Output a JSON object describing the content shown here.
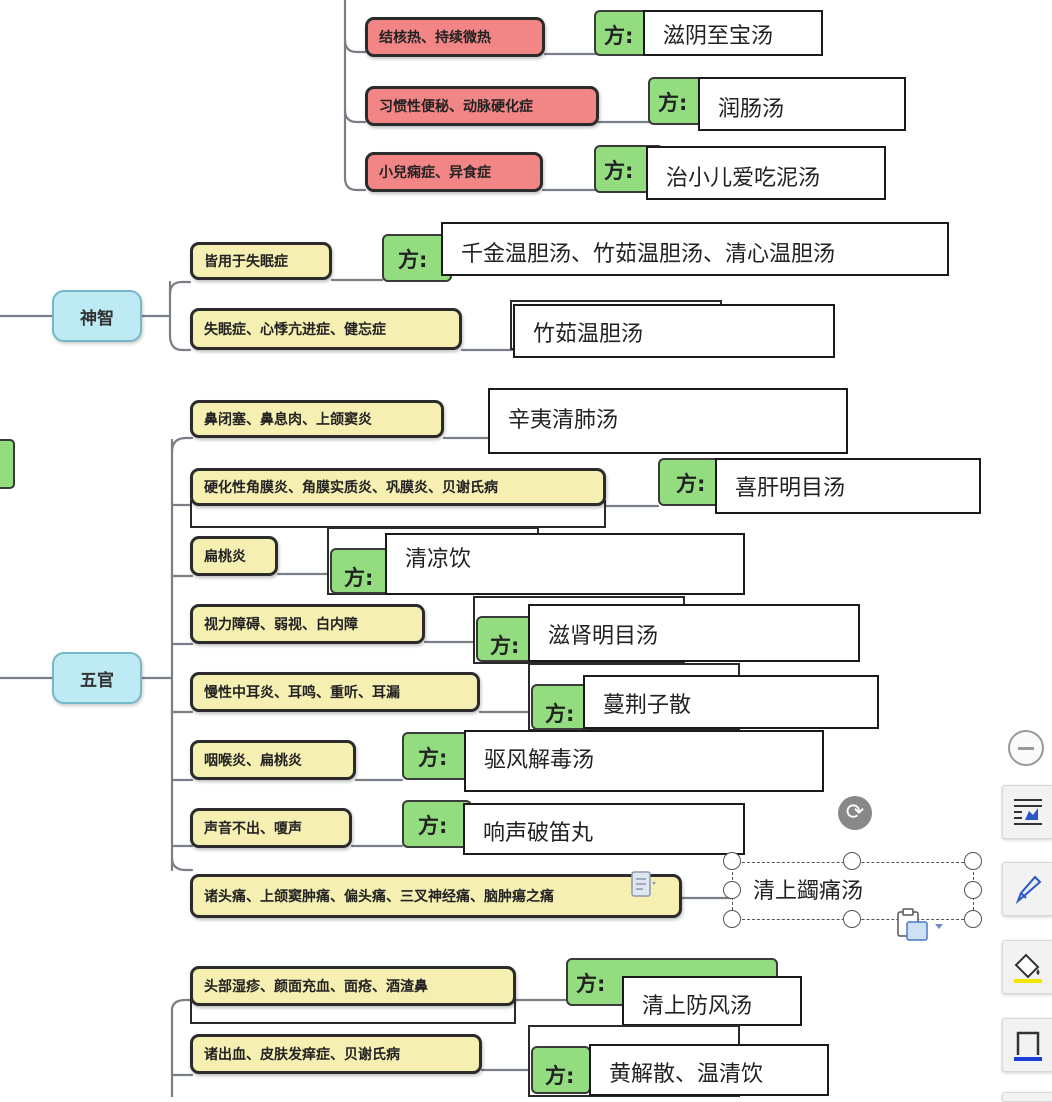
{
  "roots": {
    "shenzhi": "神智",
    "wuguan": "五官"
  },
  "fang_label": "方:",
  "categories": [
    "结核热、持续微热",
    "习惯性便秘、动脉硬化症",
    "小兒痫症、异食症",
    "皆用于失眠症",
    "失眠症、心悸亢进症、健忘症",
    "鼻闭塞、鼻息肉、上颌窦炎",
    "硬化性角膜炎、角膜实质炎、巩膜炎、贝谢氏病",
    "扁桃炎",
    "视力障碍、弱视、白内障",
    "慢性中耳炎、耳鸣、重听、耳漏",
    "咽喉炎、扁桃炎",
    "声音不出、嗄声",
    "诸头痛、上颌窦肿痛、偏头痛、三叉神经痛、脑肿瘍之痛",
    "头部湿疹、颜面充血、面疮、酒渣鼻",
    "诸出血、皮肤发痒症、贝谢氏病"
  ],
  "remedies": [
    "滋阴至宝汤",
    "润肠汤",
    "治小儿爱吃泥汤",
    "千金温胆汤、竹茹温胆汤、清心温胆汤",
    "竹茹温胆汤",
    "辛夷清肺汤",
    "喜肝明目汤",
    "清凉饮",
    "滋肾明目汤",
    "蔓荆子散",
    "驱风解毒汤",
    "响声破笛丸",
    "清上蠲痛汤",
    "清上防风汤",
    "黄解散、温清饮"
  ],
  "toolbar": {
    "collapse": "collapse-minus-icon",
    "layout": "layout-options-icon",
    "pen": "pen-icon",
    "fill": "fill-color-icon",
    "outline": "shape-outline-icon"
  },
  "colors": {
    "category_red": "#f28585",
    "category_yellow": "#f6efb2",
    "fang_green": "#93dc80",
    "root_blue": "#bdeaf3",
    "line_gray": "#7a7f86"
  }
}
